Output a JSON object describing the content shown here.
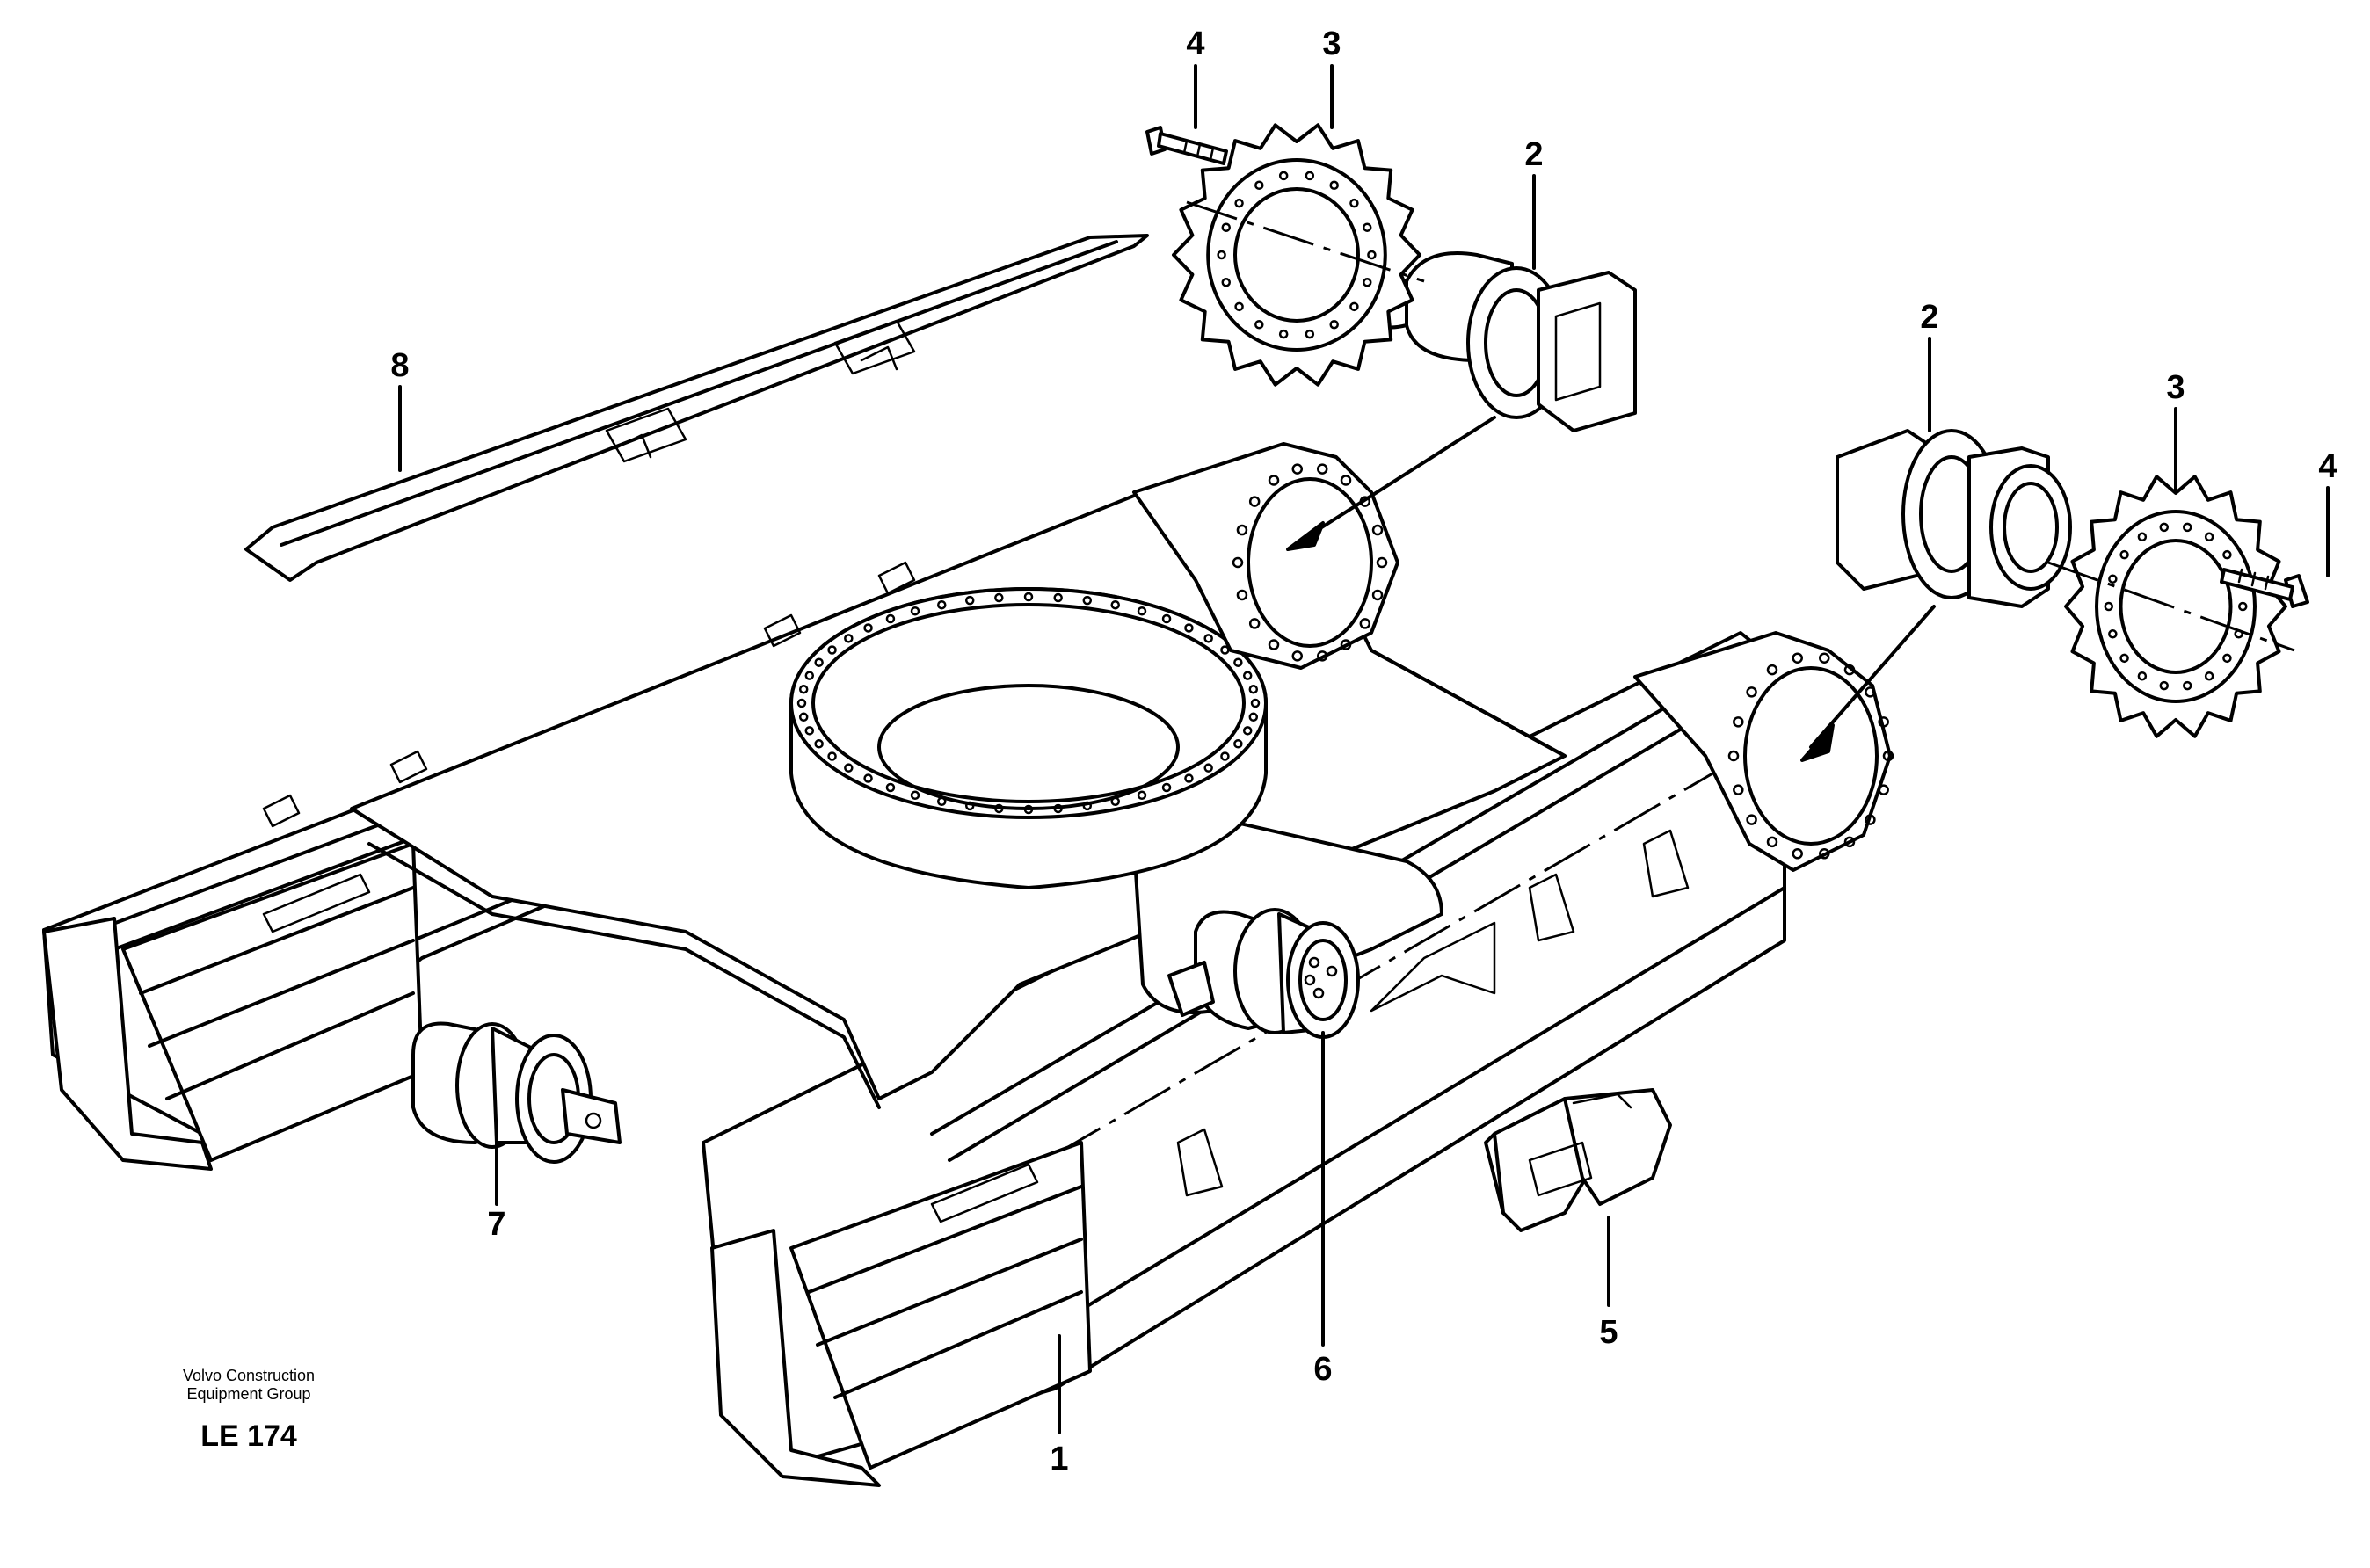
{
  "callouts": [
    {
      "id": "c1",
      "label": "1"
    },
    {
      "id": "c2a",
      "label": "2"
    },
    {
      "id": "c2b",
      "label": "2"
    },
    {
      "id": "c3a",
      "label": "3"
    },
    {
      "id": "c3b",
      "label": "3"
    },
    {
      "id": "c4a",
      "label": "4"
    },
    {
      "id": "c4b",
      "label": "4"
    },
    {
      "id": "c5",
      "label": "5"
    },
    {
      "id": "c6",
      "label": "6"
    },
    {
      "id": "c7",
      "label": "7"
    },
    {
      "id": "c8",
      "label": "8"
    }
  ],
  "caption": {
    "line1": "Volvo Construction",
    "line2": "Equipment Group",
    "code": "LE 174"
  }
}
